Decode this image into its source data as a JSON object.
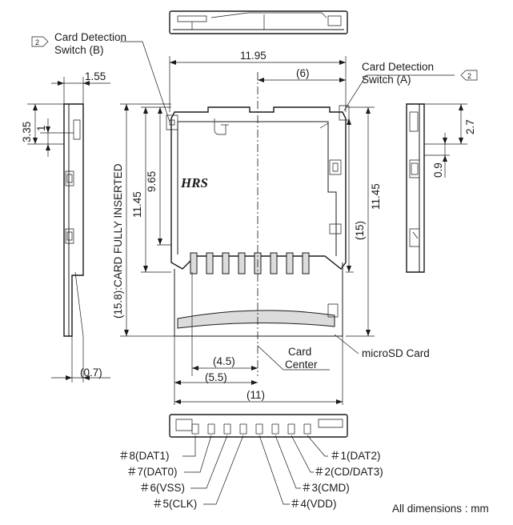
{
  "dimensions": {
    "top_width": "11.95",
    "top_half": "(6)",
    "side_width": "1.55",
    "side_height": "3.35",
    "side_small": "1",
    "body_length": "11.45",
    "inner_length": "9.65",
    "card_inserted": "(15.8):CARD FULLY INSERTED",
    "right_length": "11.45",
    "right_extra": "(15)",
    "right_top": "2.7",
    "right_gap": "0.9",
    "bottom_thickness": "(0.7)",
    "half_inner": "(4.5)",
    "half_outer": "(5.5)",
    "card_width": "(11)"
  },
  "callouts": {
    "switch_b_tag": "2",
    "switch_b_line1": "Card Detection",
    "switch_b_line2": "Switch (B)",
    "switch_a_tag": "2",
    "switch_a_line1": "Card Detection",
    "switch_a_line2": "Switch (A)",
    "card_center_line1": "Card",
    "card_center_line2": "Center",
    "microsd_card": "microSD Card",
    "logo": "HRS"
  },
  "pins": {
    "left": [
      "＃8(DAT1)",
      "＃7(DAT0)",
      "＃6(VSS)",
      "＃5(CLK)"
    ],
    "right": [
      "＃1(DAT2)",
      "＃2(CD/DAT3)",
      "＃3(CMD)",
      "＃4(VDD)"
    ]
  },
  "footer": {
    "units_note": "All dimensions : mm"
  }
}
